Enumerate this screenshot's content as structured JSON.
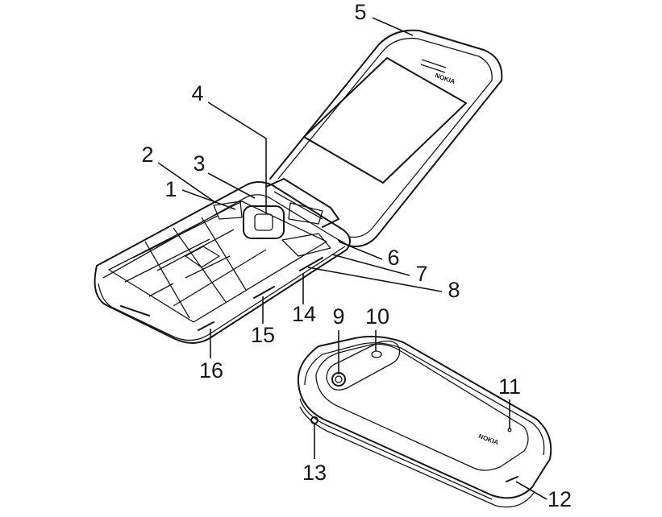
{
  "brand_logo": "NOKIA",
  "callouts": [
    {
      "number": "1"
    },
    {
      "number": "2"
    },
    {
      "number": "3"
    },
    {
      "number": "4"
    },
    {
      "number": "5"
    },
    {
      "number": "6"
    },
    {
      "number": "7"
    },
    {
      "number": "8"
    },
    {
      "number": "9"
    },
    {
      "number": "10"
    },
    {
      "number": "11"
    },
    {
      "number": "12"
    },
    {
      "number": "13"
    },
    {
      "number": "14"
    },
    {
      "number": "15"
    },
    {
      "number": "16"
    }
  ],
  "colors": {
    "line": "#15161c",
    "background": "#ffffff"
  }
}
